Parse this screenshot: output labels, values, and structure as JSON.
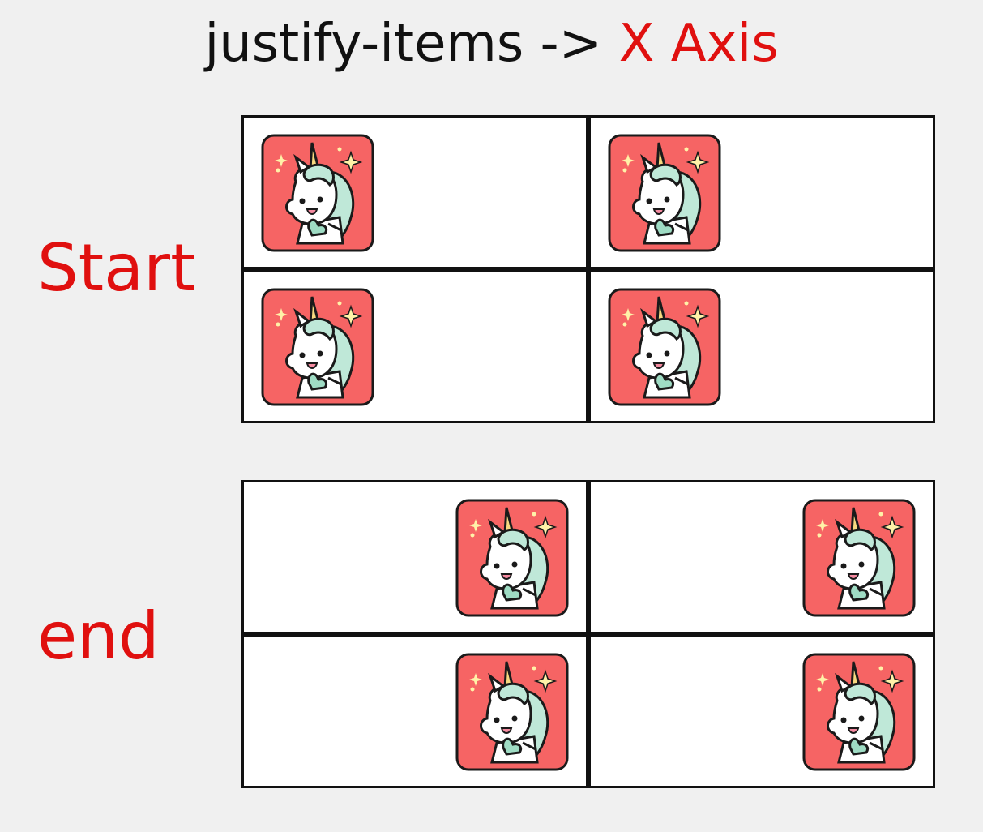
{
  "title": {
    "prefix": "justify-items ->",
    "accent": "X Axis"
  },
  "sections": [
    {
      "label": "Start",
      "alignment": "start"
    },
    {
      "label": "end",
      "alignment": "end"
    }
  ],
  "grid": {
    "rows": 2,
    "columns": 2
  },
  "item_icon": "unicorn-icon",
  "colors": {
    "accent": "#e0100f",
    "tile": "#f66464",
    "border": "#111111",
    "cell": "#ffffff",
    "background": "#f0f0f0"
  }
}
